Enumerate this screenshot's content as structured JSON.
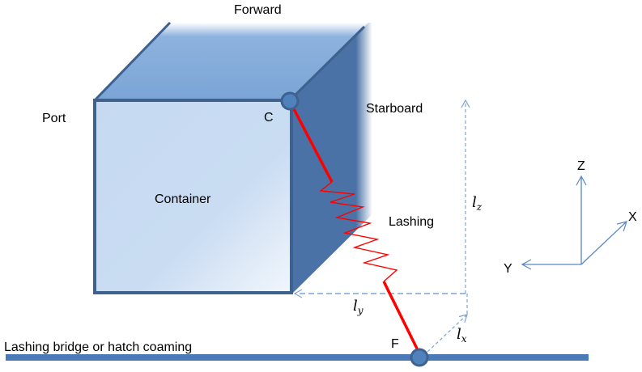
{
  "labels": {
    "forward": "Forward",
    "port": "Port",
    "starboard": "Starboard",
    "container": "Container",
    "corner_c": "C",
    "lashing": "Lashing",
    "corner_f": "F",
    "base": "Lashing bridge or hatch coaming"
  },
  "dimensions": {
    "lz": {
      "main": "l",
      "sub": "z"
    },
    "ly": {
      "main": "l",
      "sub": "y"
    },
    "lx": {
      "main": "l",
      "sub": "x"
    }
  },
  "axes": {
    "z": "Z",
    "x": "X",
    "y": "Y"
  },
  "colors": {
    "container_front": "#c5d9f1",
    "container_top": "#7aa5d6",
    "container_side": "#4a72a6",
    "outline": "#3e618e",
    "lashing": "#ff0000",
    "deck": "#4a7ab8",
    "dashed": "#7fa3d0",
    "axis": "#5b86c0"
  }
}
